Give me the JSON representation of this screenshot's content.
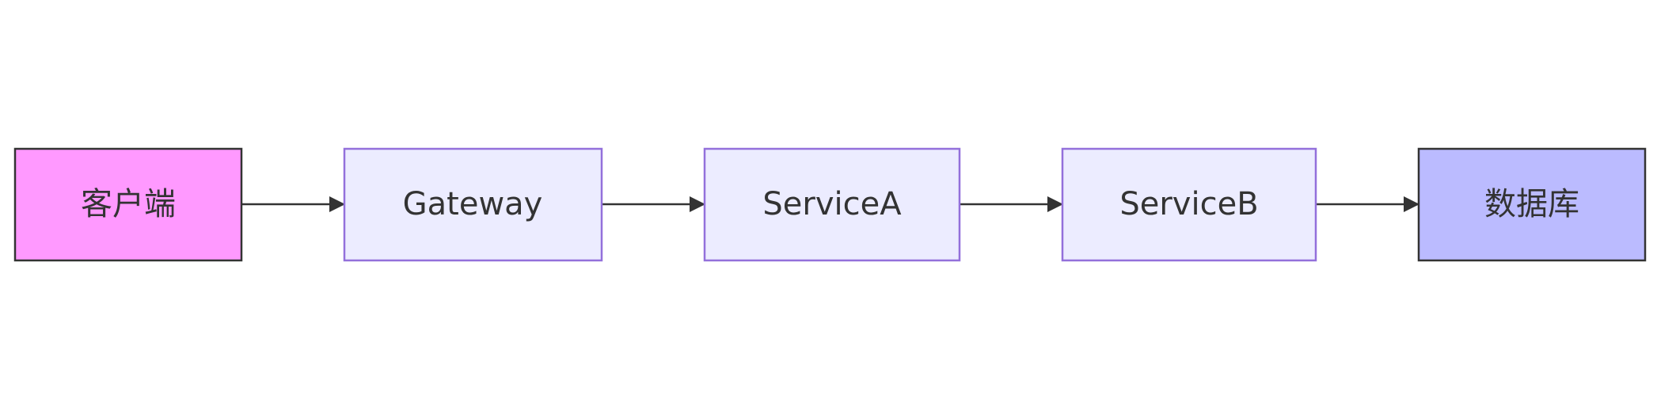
{
  "diagram": {
    "type": "flowchart",
    "direction": "left-to-right",
    "nodes": [
      {
        "id": "client",
        "label": "客户端",
        "fill": "#ff99ff",
        "stroke": "#333333"
      },
      {
        "id": "gateway",
        "label": "Gateway",
        "fill": "#ececff",
        "stroke": "#9370db"
      },
      {
        "id": "service-a",
        "label": "ServiceA",
        "fill": "#ececff",
        "stroke": "#9370db"
      },
      {
        "id": "service-b",
        "label": "ServiceB",
        "fill": "#ececff",
        "stroke": "#9370db"
      },
      {
        "id": "database",
        "label": "数据库",
        "fill": "#bbbbff",
        "stroke": "#333333"
      }
    ],
    "edges": [
      {
        "from": "client",
        "to": "gateway"
      },
      {
        "from": "gateway",
        "to": "service-a"
      },
      {
        "from": "service-a",
        "to": "service-b"
      },
      {
        "from": "service-b",
        "to": "database"
      }
    ],
    "edge_color": "#333333"
  }
}
